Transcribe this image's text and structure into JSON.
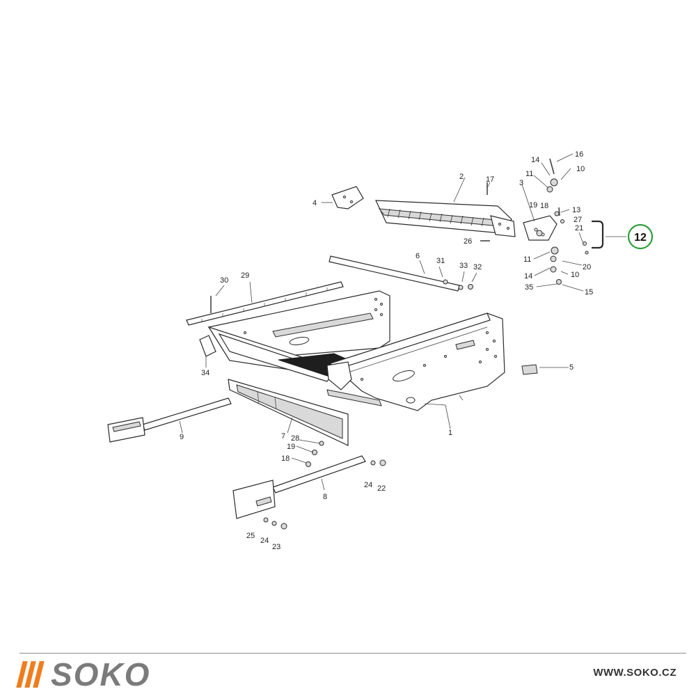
{
  "callouts": [
    "1",
    "2",
    "3",
    "4",
    "5",
    "6",
    "7",
    "8",
    "9",
    "10",
    "10",
    "11",
    "11",
    "12",
    "13",
    "14",
    "14",
    "15",
    "16",
    "17",
    "18",
    "18",
    "19",
    "19",
    "20",
    "21",
    "22",
    "23",
    "24",
    "24",
    "25",
    "26",
    "27",
    "28",
    "29",
    "30",
    "31",
    "32",
    "33",
    "34",
    "35"
  ],
  "highlight": {
    "label": "12",
    "color": "#2e9e3a"
  },
  "brand": {
    "name": "SOKO",
    "accent": "#f07c1e",
    "name_color": "#7b7b7b"
  },
  "website": "WWW.SOKO.CZ"
}
